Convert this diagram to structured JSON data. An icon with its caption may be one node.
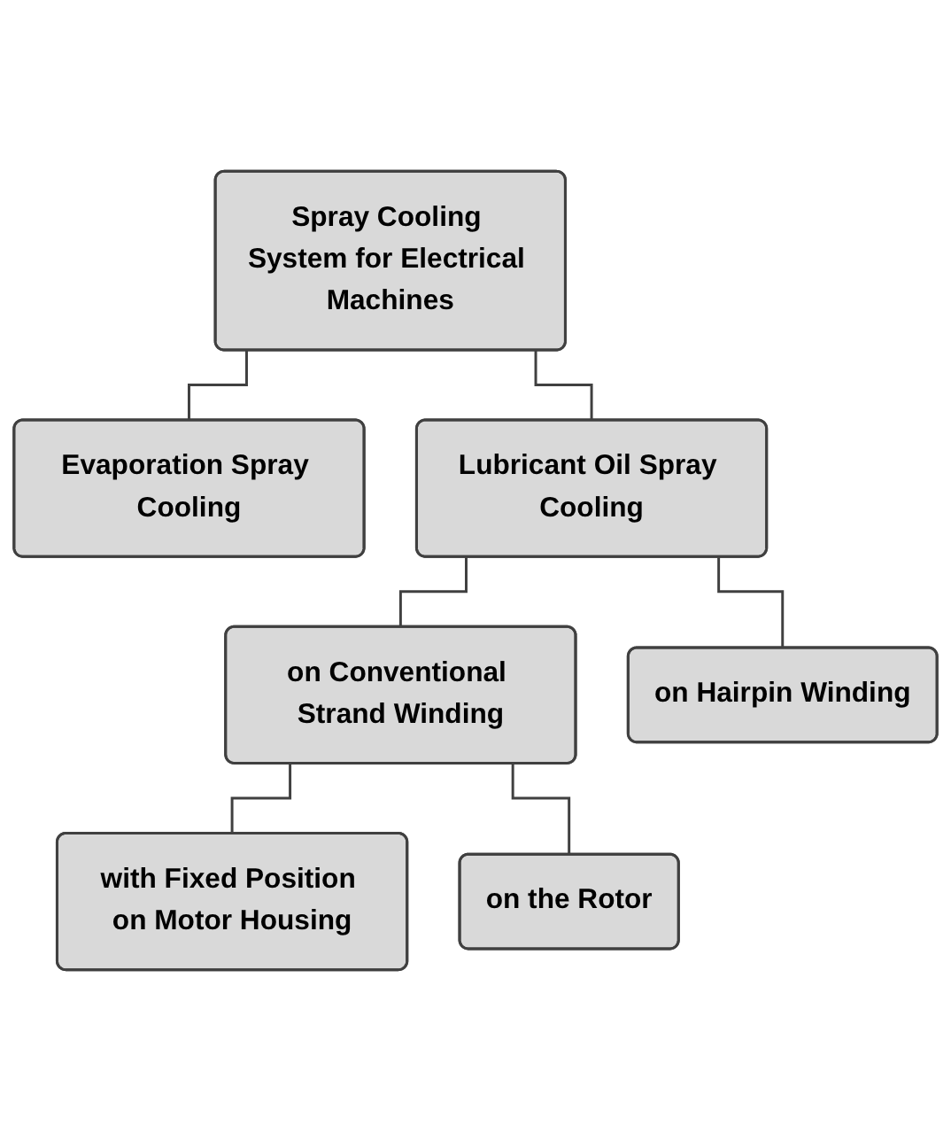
{
  "diagram": {
    "nodes": [
      {
        "text": [
          "Spray Cooling System for Electrical Machines"
        ]
      },
      {
        "text": [
          "Evaporation Spray Cooling"
        ]
      },
      {
        "text": [
          "Lubricant Oil Spray Cooling"
        ]
      },
      {
        "text": [
          "on Conventional Strand Winding"
        ]
      },
      {
        "text": [
          "on Hairpin Winding"
        ]
      },
      {
        "text": [
          "with Fixed Position on Motor Housing"
        ]
      },
      {
        "text": [
          "on the Rotor"
        ]
      }
    ],
    "edges": [
      {
        "from": 0,
        "to": 1,
        "arrow": "none"
      },
      {
        "from": 0,
        "to": 2,
        "arrow": "none"
      },
      {
        "from": 2,
        "to": 3,
        "arrow": "none"
      },
      {
        "from": 2,
        "to": 4,
        "arrow": "none"
      },
      {
        "from": 3,
        "to": 5,
        "arrow": "none"
      },
      {
        "from": 3,
        "to": 6,
        "arrow": "none"
      }
    ]
  }
}
